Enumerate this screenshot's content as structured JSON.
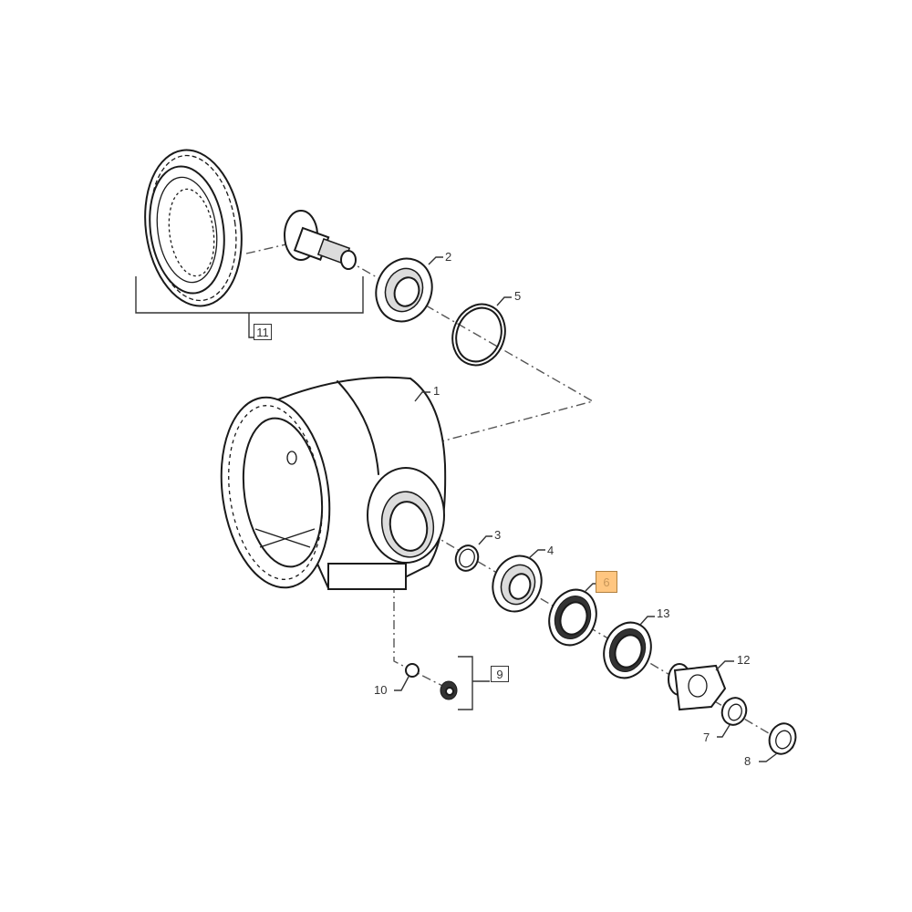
{
  "diagram": {
    "type": "exploded-parts-view",
    "highlight_color": "#ffc680",
    "callouts": [
      {
        "id": "1",
        "label": "1"
      },
      {
        "id": "2",
        "label": "2"
      },
      {
        "id": "3",
        "label": "3"
      },
      {
        "id": "4",
        "label": "4"
      },
      {
        "id": "5",
        "label": "5"
      },
      {
        "id": "6",
        "label": "6",
        "highlighted": true
      },
      {
        "id": "7",
        "label": "7"
      },
      {
        "id": "8",
        "label": "8"
      },
      {
        "id": "9",
        "label": "9",
        "boxed": true
      },
      {
        "id": "10",
        "label": "10"
      },
      {
        "id": "11",
        "label": "11",
        "boxed": true
      },
      {
        "id": "12",
        "label": "12"
      },
      {
        "id": "13",
        "label": "13"
      }
    ]
  }
}
